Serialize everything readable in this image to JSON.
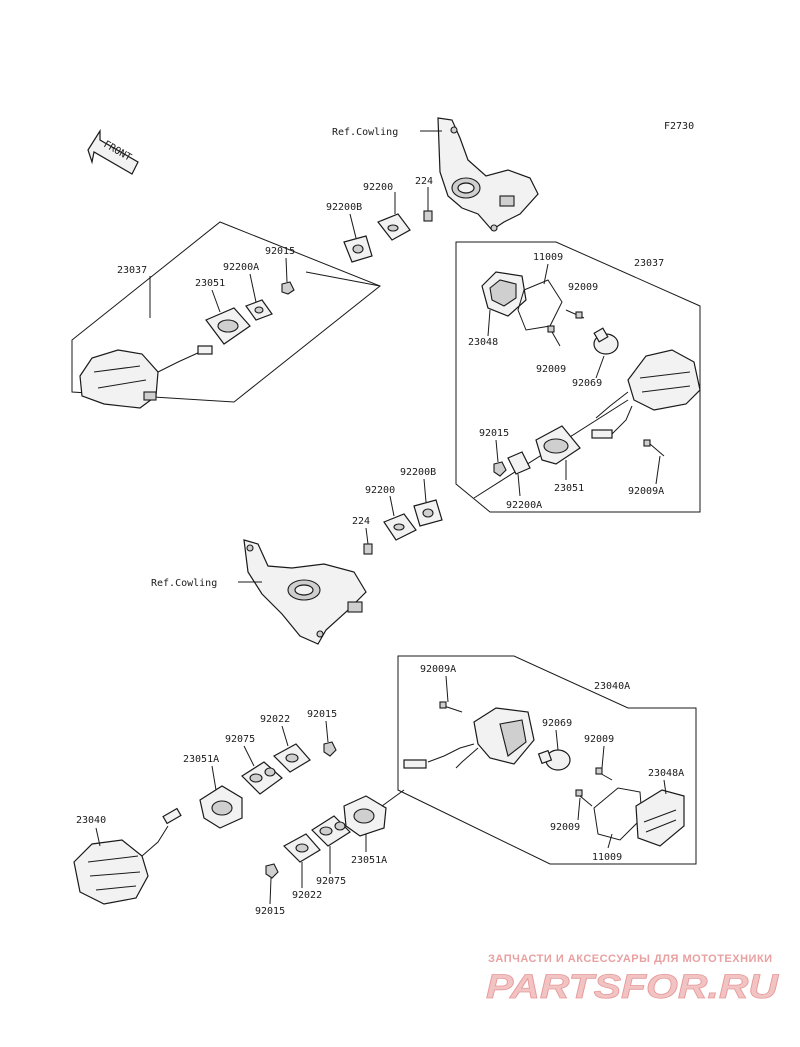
{
  "figure_code": "F2730",
  "front_label": "FRONT",
  "ref_cowling_label": "Ref.Cowling",
  "watermark": {
    "tagline": "ЗАПЧАСТИ И АКСЕССУАРЫ ДЛЯ МОТОТЕХНИКИ",
    "logo_text": "PARTSFOR.RU"
  },
  "parts": {
    "p23037_left": "23037",
    "p23051_left": "23051",
    "p92200A_left": "92200A",
    "p92015_left": "92015",
    "p92200B_top": "92200B",
    "p92200_top": "92200",
    "p224_top": "224",
    "p11009_right": "11009",
    "p23037_right": "23037",
    "p92009_r1": "92009",
    "p23048": "23048",
    "p92009_r2": "92009",
    "p92069_r": "92069",
    "p92015_mid": "92015",
    "p23051_mid": "23051",
    "p92200A_mid": "92200A",
    "p92009A_r": "92009A",
    "p92200B_mid": "92200B",
    "p92200_mid": "92200",
    "p224_mid": "224",
    "p92009A_low": "92009A",
    "p23040A": "23040A",
    "p92069_low": "92069",
    "p92009_low1": "92009",
    "p23048A": "23048A",
    "p92009_low2": "92009",
    "p11009_low": "11009",
    "p92022_a": "92022",
    "p92015_a": "92015",
    "p92075_a": "92075",
    "p23051A_a": "23051A",
    "p23040": "23040",
    "p92022_b": "92022",
    "p92075_b": "92075",
    "p23051A_b": "23051A",
    "p92015_b": "92015"
  }
}
